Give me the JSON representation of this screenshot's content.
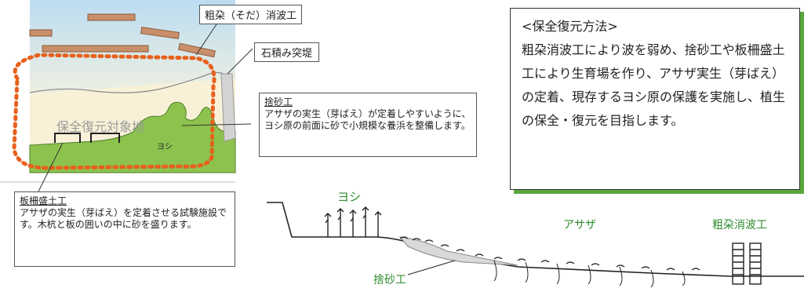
{
  "labels": {
    "sodaWaveBreak": "粗朶（そだ）消波工",
    "stoneJetty": "石積み突堤",
    "targetArea": "保全復元対象地",
    "reedSmall": "ヨシ",
    "reed": "ヨシ",
    "asaza": "アサザ",
    "sodaWaveBreakShort": "粗朶消波工",
    "sandFill": "捨砂工"
  },
  "callouts": {
    "sand": {
      "title": "捨砂工",
      "body": "アサザの実生（芽ばえ）が定着しやすいように、ヨシ原の前面に砂で小規模な養浜を整備します。"
    },
    "board": {
      "title": "板柵盛土工",
      "body": "アサザの実生（芽ばえ）を定着させる試験施設です。木杭と板の囲いの中に砂を盛ります。"
    }
  },
  "method": {
    "title": "<保全復元方法>",
    "body": "粗朶消波工により波を弱め、捨砂工や板柵盛土工により生育場を作り、アサザ実生（芽ばえ）の定着、現存するヨシ原の保護を実施し、植生の保全・復元を目指します。"
  },
  "colors": {
    "sky": "#cfe6f6",
    "sand": "#f7efd2",
    "vegetation": "#8dc24e",
    "dashedOutline": "#e8601c",
    "accentGreen": "#5aa83c",
    "wood": "#c98f6a"
  }
}
